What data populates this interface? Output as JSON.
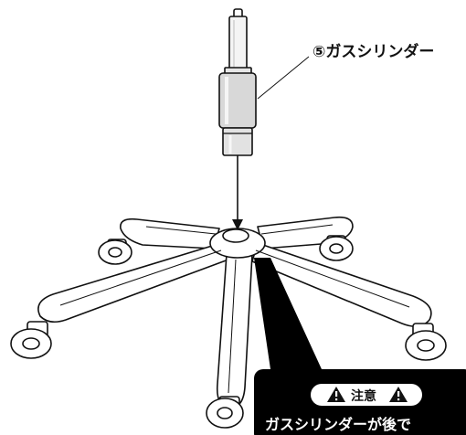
{
  "callout": {
    "part_label": "⑤ガスシリンダー"
  },
  "warning_box": {
    "caution_label": "注意",
    "text": "ガスシリンダーが後で"
  },
  "colors": {
    "line": "#111111",
    "fill": "#ffffff",
    "cylinder_shade": "#cfcfcf",
    "warning_bg": "#000000",
    "warning_fg": "#ffffff"
  }
}
